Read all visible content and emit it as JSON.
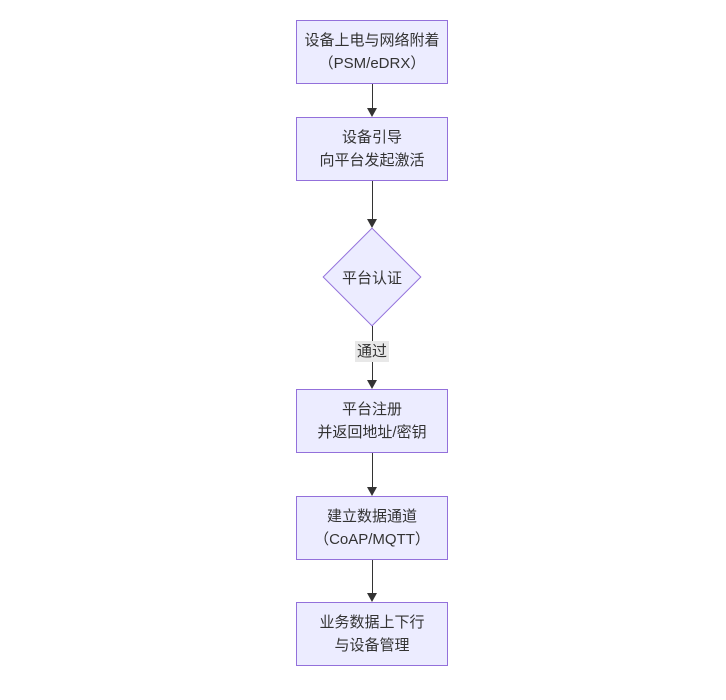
{
  "diagram": {
    "type": "flowchart",
    "direction": "top-down",
    "colors": {
      "background": "#ffffff",
      "node_fill": "#ECECFF",
      "node_border": "#9370DB",
      "arrow": "#333333",
      "edge_label_background": "#e8e8e8",
      "text": "#333333"
    },
    "nodes": [
      {
        "id": "power-on-attach",
        "shape": "rect",
        "lines": [
          "设备上电与网络附着",
          "（PSM/eDRX）"
        ]
      },
      {
        "id": "bootstrap-activate",
        "shape": "rect",
        "lines": [
          "设备引导",
          "向平台发起激活"
        ]
      },
      {
        "id": "platform-auth",
        "shape": "diamond",
        "lines": [
          "平台认证"
        ]
      },
      {
        "id": "platform-register",
        "shape": "rect",
        "lines": [
          "平台注册",
          "并返回地址/密钥"
        ]
      },
      {
        "id": "data-channel",
        "shape": "rect",
        "lines": [
          "建立数据通道",
          "（CoAP/MQTT）"
        ]
      },
      {
        "id": "business-data",
        "shape": "rect",
        "lines": [
          "业务数据上下行",
          "与设备管理"
        ]
      }
    ],
    "edges": [
      {
        "from": "power-on-attach",
        "to": "bootstrap-activate",
        "label": ""
      },
      {
        "from": "bootstrap-activate",
        "to": "platform-auth",
        "label": ""
      },
      {
        "from": "platform-auth",
        "to": "platform-register",
        "label": "通过"
      },
      {
        "from": "platform-register",
        "to": "data-channel",
        "label": ""
      },
      {
        "from": "data-channel",
        "to": "business-data",
        "label": ""
      }
    ]
  }
}
